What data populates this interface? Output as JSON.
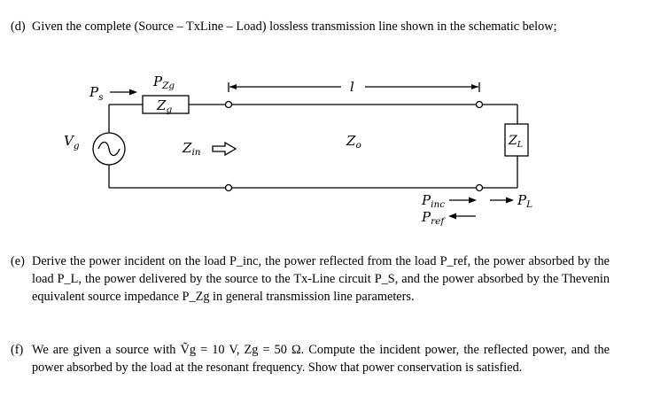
{
  "problem_d": {
    "label": "(d)",
    "text": "Given the complete (Source – TxLine – Load) lossless transmission line shown in the schematic below;"
  },
  "schematic": {
    "Pzg": "P",
    "Pzg_sub": "Zg",
    "Zg": "Z",
    "Zg_sub": "g",
    "Ps": "P",
    "Ps_sub": "s",
    "Vg": "V",
    "Vg_sub": "g",
    "Zin": "Z",
    "Zin_sub": "in",
    "Zo": "Z",
    "Zo_sub": "o",
    "ZL": "Z",
    "ZL_sub": "L",
    "length": "l",
    "Pinc": "P",
    "Pinc_sub": "inc",
    "Pref": "P",
    "Pref_sub": "ref",
    "PL": "P",
    "PL_sub": "L"
  },
  "problem_e": {
    "label": "(e)",
    "text": "Derive the power incident on the load P_inc, the power reflected from the load P_ref, the power absorbed by the load P_L, the power delivered by the source to the Tx-Line circuit P_S, and the power absorbed by the Thevenin equivalent source impedance P_Zg in general transmission line parameters."
  },
  "problem_f": {
    "label": "(f)",
    "text": "We are given a source with Ṽg = 10 V, Zg = 50 Ω. Compute the incident power, the reflected power, and the power absorbed by the load at the resonant frequency. Show that power conservation is satisfied."
  }
}
